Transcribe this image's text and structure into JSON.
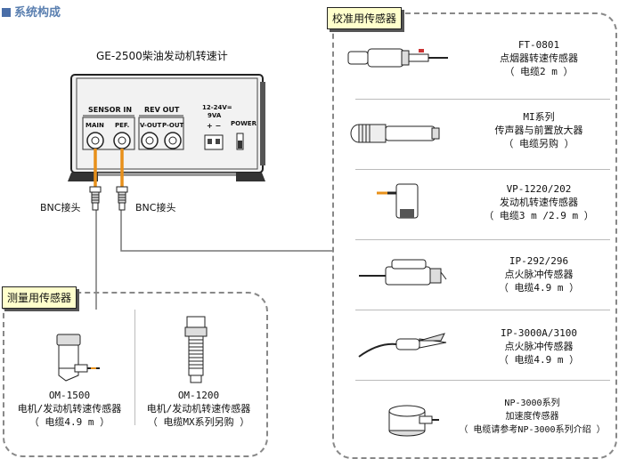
{
  "header": {
    "title": "系统构成"
  },
  "device": {
    "title": "GE-2500柴油发动机转速计",
    "sensor_in": "SENSOR IN",
    "rev_out": "REV OUT",
    "main": "MAIN",
    "pef": "PEF.",
    "v_out": "V-OUT",
    "p_out": "P-OUT",
    "voltage": "12-24V=",
    "va": "9VA",
    "plus_minus": "+  −",
    "power": "POWER"
  },
  "bnc_left": "BNC接头",
  "bnc_right": "BNC接头",
  "calibration": {
    "title": "校准用传感器",
    "items": [
      {
        "name": "FT-0801",
        "desc": "点烟器转速传感器",
        "note": "（ 电缆2 m ）",
        "icon": "cigarette-lighter-sensor-icon"
      },
      {
        "name": "MI系列",
        "desc": "传声器与前置放大器",
        "note": "（ 电缆另购 ）",
        "icon": "microphone-icon"
      },
      {
        "name": "VP-1220/202",
        "desc": "发动机转速传感器",
        "note": "（ 电缆3 m /2.9 m ）",
        "icon": "vibration-sensor-icon"
      },
      {
        "name": "IP-292/296",
        "desc": "点火脉冲传感器",
        "note": "（ 电缆4.9 m ）",
        "icon": "ignition-clamp-icon"
      },
      {
        "name": "IP-3000A/3100",
        "desc": "点火脉冲传感器",
        "note": "（ 电缆4.9 m ）",
        "icon": "alligator-clip-icon"
      },
      {
        "name": "NP-3000系列",
        "desc": "加速度传感器",
        "note": "（ 电缆请参考NP-3000系列介绍 ）",
        "icon": "accelerometer-icon"
      }
    ]
  },
  "measurement": {
    "title": "测量用传感器",
    "items": [
      {
        "name": "OM-1500",
        "desc": "电机/发动机转速传感器",
        "note": "（ 电缆4.9 m ）",
        "icon": "angled-sensor-icon"
      },
      {
        "name": "OM-1200",
        "desc": "电机/发动机转速传感器",
        "note": "（ 电缆MX系列另购 ）",
        "icon": "threaded-sensor-icon"
      }
    ]
  },
  "colors": {
    "accent": "#5a7fb0",
    "tag_bg": "#ffffcc",
    "cable": "#e8901a",
    "wire": "#777777"
  }
}
